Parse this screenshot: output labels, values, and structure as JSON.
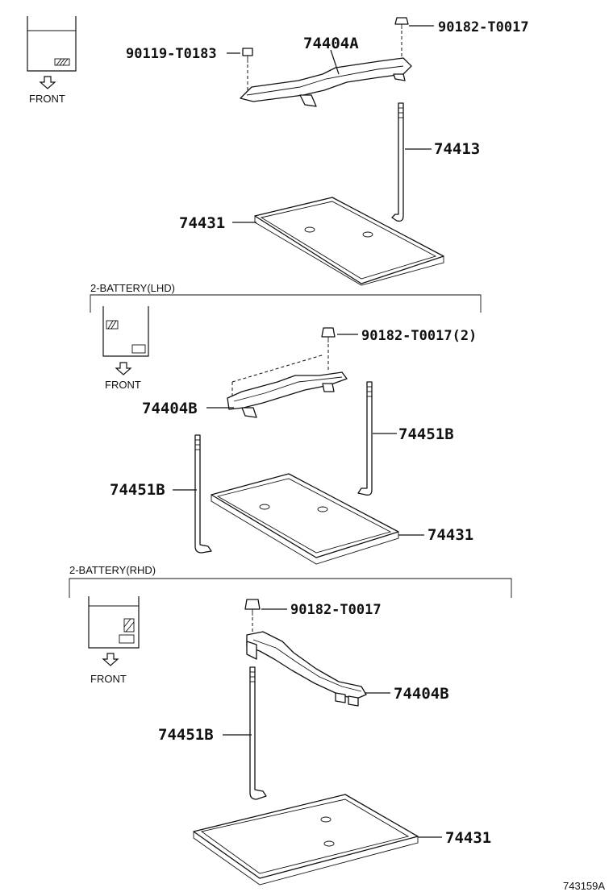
{
  "diagram": {
    "front_label": "FRONT",
    "section_lhd": "2-BATTERY(LHD)",
    "section_rhd": "2-BATTERY(RHD)",
    "figure_id": "743159A",
    "parts": {
      "p1": "90182-T0017",
      "p2": "90119-T0183",
      "p3": "74404A",
      "p4": "74413",
      "p5": "74431",
      "p6": "90182-T0017(2)",
      "p7": "74404B",
      "p8": "74451B",
      "p9": "74451B",
      "p10": "74431",
      "p11": "90182-T0017",
      "p12": "74404B",
      "p13": "74451B",
      "p14": "74431"
    }
  }
}
